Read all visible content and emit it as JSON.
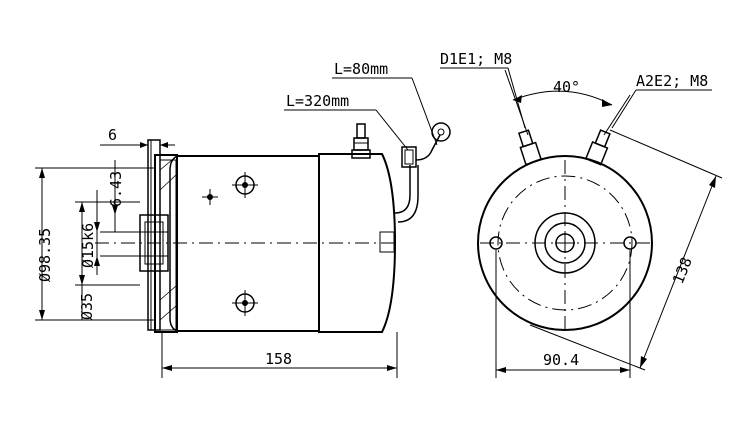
{
  "labels": {
    "dim_158": "158",
    "dim_6": "6",
    "dim_643": "6.43",
    "dim_9835": "Ø98.35",
    "dim_15k6": "Ø15k6",
    "dim_35": "Ø35",
    "lead_80": "L=80mm",
    "lead_320": "L=320mm",
    "term_d1e1": "D1E1; M8",
    "term_a2e2": "A2E2; M8",
    "angle_40": "40°",
    "dim_138": "138",
    "dim_904": "90.4"
  }
}
